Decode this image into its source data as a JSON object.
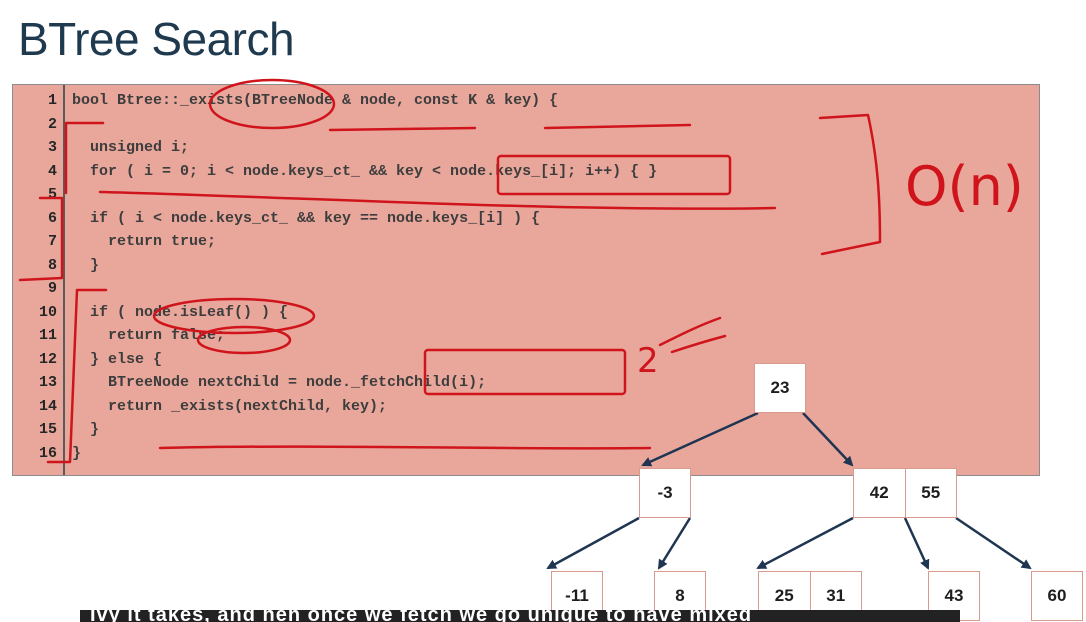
{
  "slide": {
    "title": "BTree Search"
  },
  "code": {
    "line_numbers": [
      "1",
      "2",
      "3",
      "4",
      "5",
      "6",
      "7",
      "8",
      "9",
      "10",
      "11",
      "12",
      "13",
      "14",
      "15",
      "16"
    ],
    "lines": [
      "bool Btree::_exists(BTreeNode & node, const K & key) {",
      "",
      "  unsigned i;",
      "  for ( i = 0; i < node.keys_ct_ && key < node.keys_[i]; i++) { }",
      "",
      "  if ( i < node.keys_ct_ && key == node.keys_[i] ) {",
      "    return true;",
      "  }",
      "",
      "  if ( node.isLeaf() ) {",
      "    return false;",
      "  } else {",
      "    BTreeNode nextChild = node._fetchChild(i);",
      "    return _exists(nextChild, key);",
      "  }",
      "}"
    ]
  },
  "annotation": {
    "complexity": "O(n)",
    "marker": "2"
  },
  "tree": {
    "root": [
      "23"
    ],
    "level1": [
      [
        "-3"
      ],
      [
        "42",
        "55"
      ]
    ],
    "level2": [
      [
        "-11"
      ],
      [
        "8"
      ],
      [
        "25",
        "31"
      ],
      [
        "43"
      ],
      [
        "60"
      ]
    ]
  },
  "caption": {
    "text": "Ivy it takes, and hen once we fetch we go unique to have mixed"
  },
  "colors": {
    "code_background": "#e9a79b",
    "ink_red": "#d0141c",
    "tree_edge": "#1f3551",
    "title": "#1f3a4f"
  }
}
